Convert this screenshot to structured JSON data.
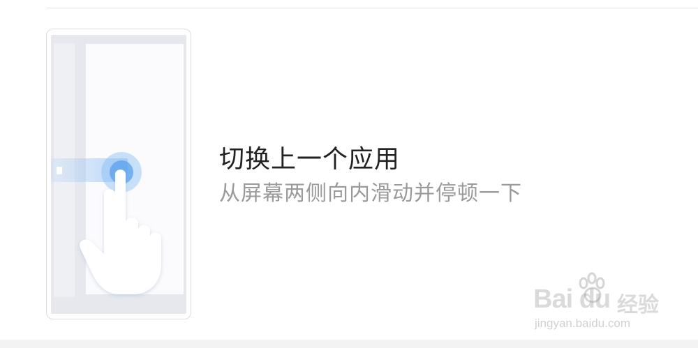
{
  "card": {
    "title": "切换上一个应用",
    "description": "从屏幕两侧向内滑动并停顿一下"
  },
  "illustration": {
    "icon": "swipe-gesture-hand-icon",
    "accent_color": "#5aa0eb"
  },
  "watermark": {
    "brand": "Bai du",
    "brand_cn": "经验",
    "url": "jingyan.baidu.com"
  }
}
